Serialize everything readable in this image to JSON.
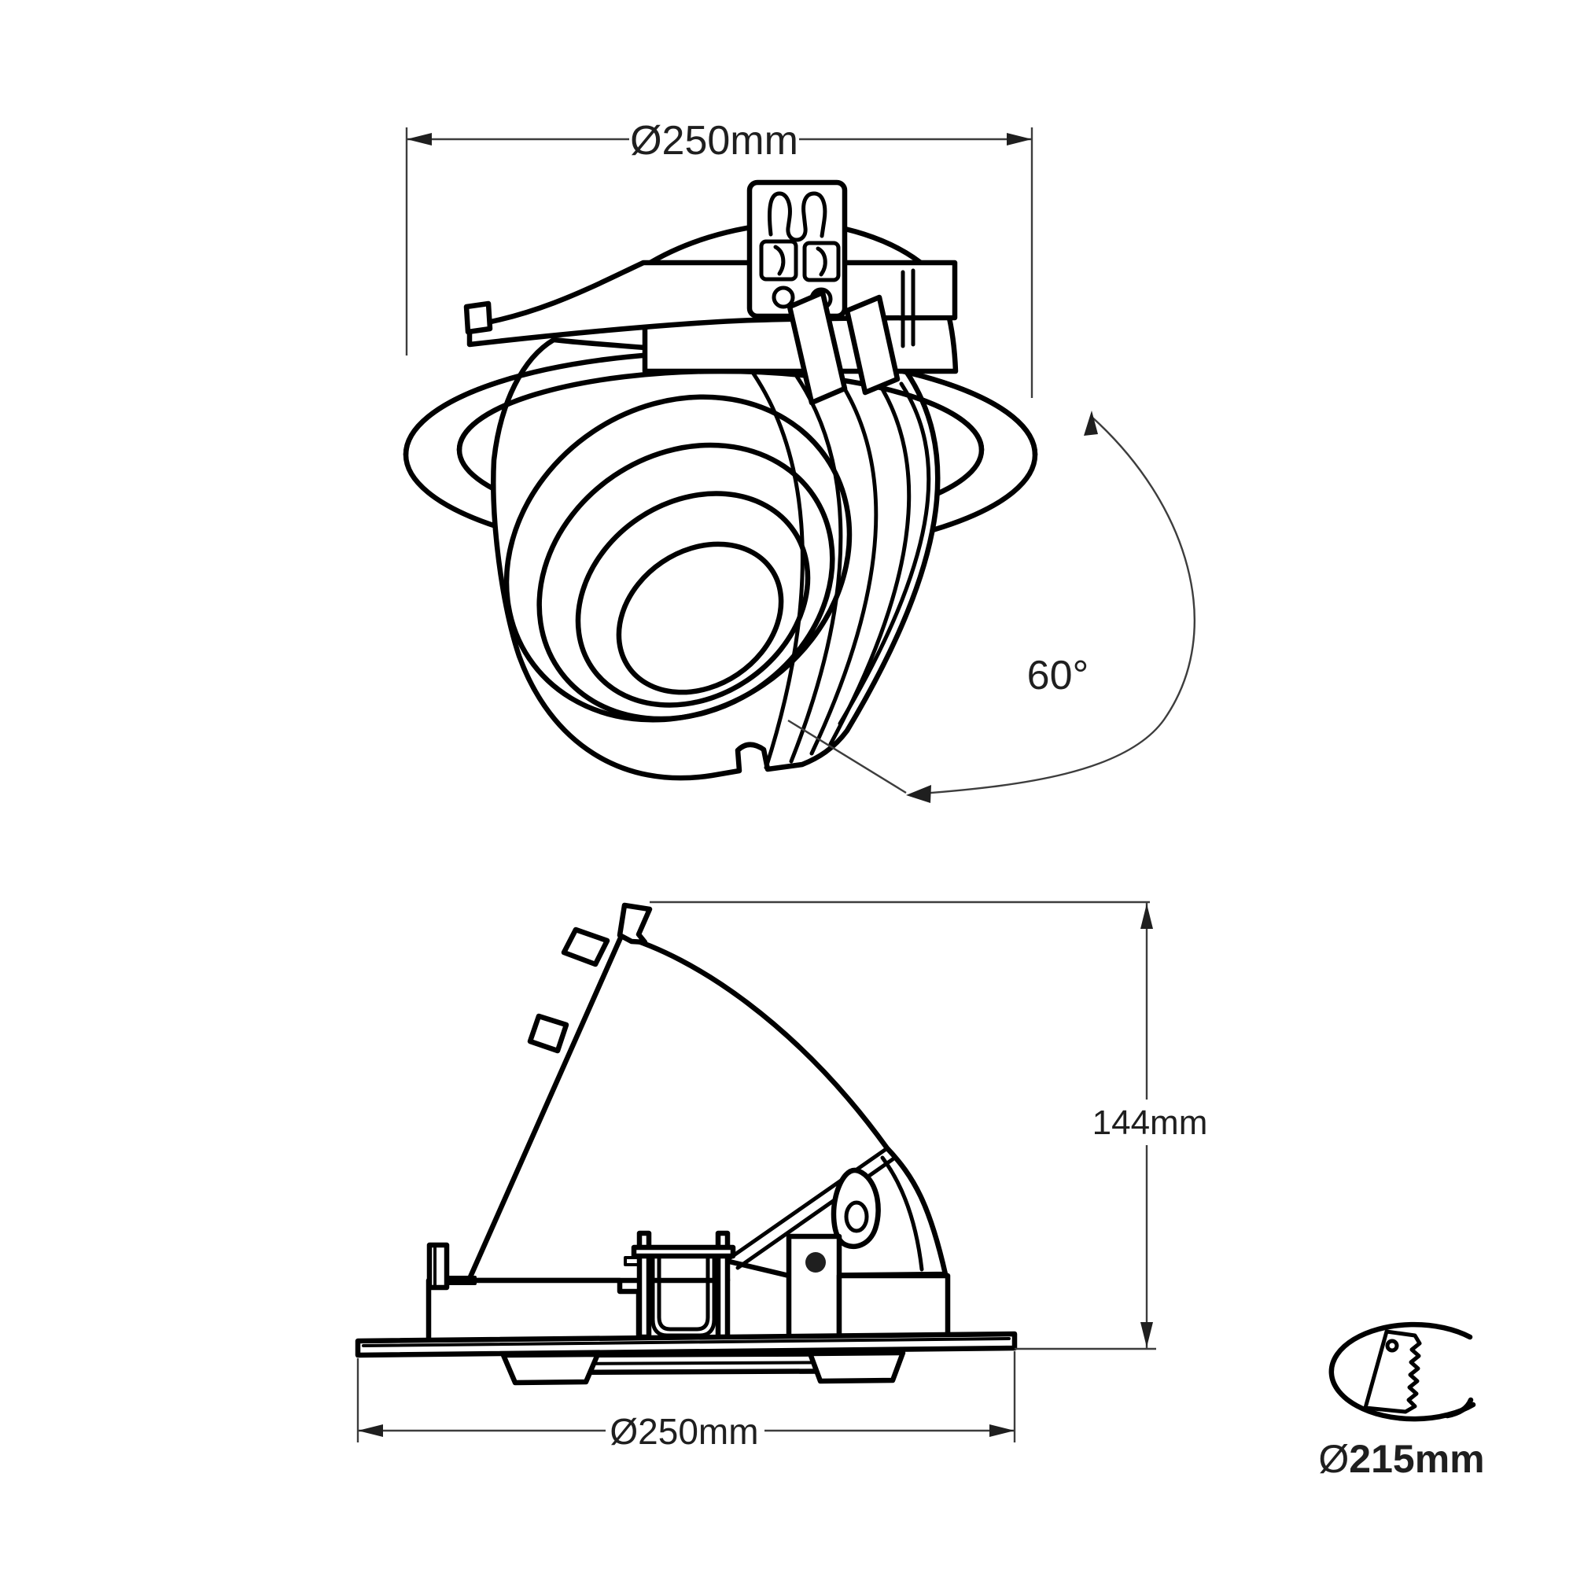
{
  "page": {
    "title": "recessed-gimbal-downlight-dimension-diagram",
    "background": "#ffffff"
  },
  "colors": {
    "drawing_line": "#000000",
    "dimension_line": "#3d3d3d",
    "text": "#1f1f1f"
  },
  "top_view": {
    "name": "tilted scoop downlight perspective view",
    "diameter_label": "Ø250mm",
    "tilt_angle_label": "60°"
  },
  "side_view": {
    "name": "downlight side elevation tilted 60 degrees",
    "height_label": "144mm",
    "diameter_label": "Ø250mm"
  },
  "cutout": {
    "icon": "saw-cutout-icon",
    "diameter_symbol": "Ø",
    "diameter_value": "215mm"
  }
}
